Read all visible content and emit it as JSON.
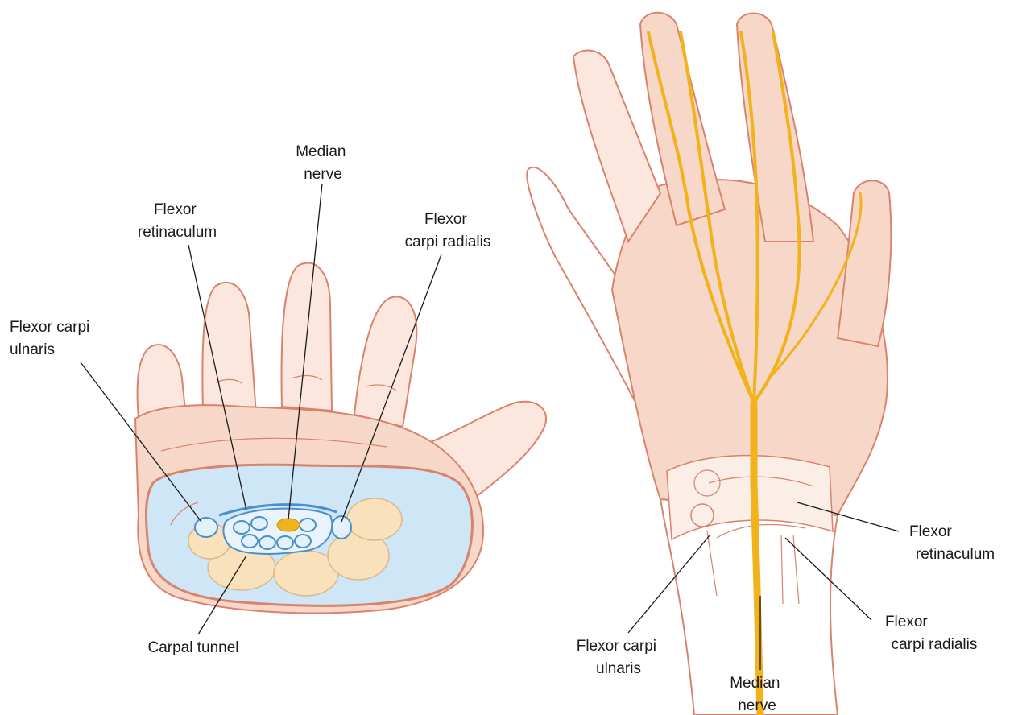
{
  "left_figure": {
    "labels": {
      "median_nerve": [
        "Median",
        "nerve"
      ],
      "flexor_retinaculum": [
        "Flexor",
        "retinaculum"
      ],
      "flexor_carpi_radialis": [
        "Flexor",
        "carpi radialis"
      ],
      "flexor_carpi_ulnaris": [
        "Flexor carpi",
        "ulnaris"
      ],
      "carpal_tunnel": [
        "Carpal tunnel"
      ]
    }
  },
  "right_figure": {
    "labels": {
      "flexor_retinaculum": [
        "Flexor",
        "retinaculum"
      ],
      "flexor_carpi_radialis": [
        "Flexor",
        "carpi radialis"
      ],
      "flexor_carpi_ulnaris": [
        "Flexor carpi",
        "ulnaris"
      ],
      "median_nerve": [
        "Median",
        "nerve"
      ]
    }
  },
  "colors": {
    "skin": "#f6d7c8",
    "skin_outline": "#d9836e",
    "nerve": "#f2b21c",
    "carpal_bone": "#f9e2bb",
    "tunnel_fill": "#cfe6f6",
    "tendon_outline": "#4a8fc9"
  }
}
